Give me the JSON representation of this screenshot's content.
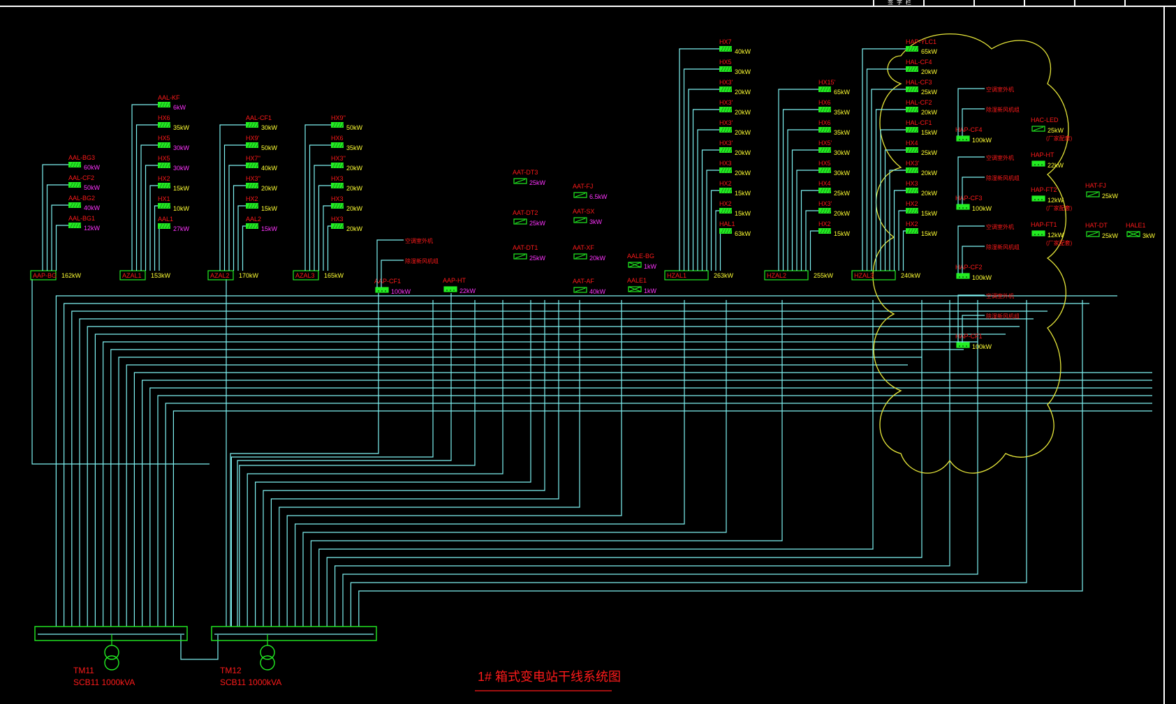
{
  "title_block": {
    "cell_label": "签 字 栏"
  },
  "drawing_title": "1# 箱式变电站干线系统图",
  "transformers": [
    {
      "id": "TM11",
      "spec": "SCB11 1000kVA"
    },
    {
      "id": "TM12",
      "spec": "SCB11 1000kVA"
    }
  ],
  "panels": [
    {
      "name": "AAP-BG",
      "load": "162kW",
      "branches": [
        {
          "name": "AAL-BG3",
          "load": "60kW",
          "load_color": "magenta"
        },
        {
          "name": "AAL-CF2",
          "load": "50kW",
          "load_color": "magenta"
        },
        {
          "name": "AAL-BG2",
          "load": "40kW",
          "load_color": "magenta"
        },
        {
          "name": "AAL-BG1",
          "load": "12kW",
          "load_color": "magenta"
        }
      ]
    },
    {
      "name": "AZAL1",
      "load": "153kW",
      "branches": [
        {
          "name": "AAL-KF",
          "load": "6kW",
          "load_color": "magenta"
        },
        {
          "name": "HX6",
          "load": "35kW",
          "load_color": "yellow"
        },
        {
          "name": "HX5",
          "load": "30kW",
          "load_color": "magenta"
        },
        {
          "name": "HX5",
          "load": "30kW",
          "load_color": "magenta"
        },
        {
          "name": "HX2",
          "load": "15kW",
          "load_color": "yellow"
        },
        {
          "name": "HX1",
          "load": "10kW",
          "load_color": "yellow"
        },
        {
          "name": "AAL1",
          "load": "27kW",
          "load_color": "magenta"
        }
      ]
    },
    {
      "name": "AZAL2",
      "load": "170kW",
      "branches": [
        {
          "name": "AAL-CF1",
          "load": "30kW",
          "load_color": "yellow"
        },
        {
          "name": "HX9'",
          "load": "50kW",
          "load_color": "yellow"
        },
        {
          "name": "HX7''",
          "load": "40kW",
          "load_color": "yellow"
        },
        {
          "name": "HX3''",
          "load": "20kW",
          "load_color": "yellow"
        },
        {
          "name": "HX2",
          "load": "15kW",
          "load_color": "yellow"
        },
        {
          "name": "AAL2",
          "load": "15kW",
          "load_color": "magenta"
        }
      ]
    },
    {
      "name": "AZAL3",
      "load": "165kW",
      "branches": [
        {
          "name": "HX9''",
          "load": "50kW",
          "load_color": "yellow"
        },
        {
          "name": "HX6",
          "load": "35kW",
          "load_color": "yellow"
        },
        {
          "name": "HX3''",
          "load": "20kW",
          "load_color": "yellow"
        },
        {
          "name": "HX3",
          "load": "20kW",
          "load_color": "yellow"
        },
        {
          "name": "HX3",
          "load": "20kW",
          "load_color": "yellow"
        },
        {
          "name": "HX3",
          "load": "20kW",
          "load_color": "yellow"
        }
      ]
    },
    {
      "name": "HZAL1",
      "load": "263kW",
      "branches": [
        {
          "name": "HX7",
          "load": "40kW",
          "load_color": "yellow"
        },
        {
          "name": "HX5",
          "load": "30kW",
          "load_color": "yellow"
        },
        {
          "name": "HX3'",
          "load": "20kW",
          "load_color": "yellow"
        },
        {
          "name": "HX3'",
          "load": "20kW",
          "load_color": "yellow"
        },
        {
          "name": "HX3'",
          "load": "20kW",
          "load_color": "yellow"
        },
        {
          "name": "HX3'",
          "load": "20kW",
          "load_color": "yellow"
        },
        {
          "name": "HX3",
          "load": "20kW",
          "load_color": "yellow"
        },
        {
          "name": "HX2",
          "load": "15kW",
          "load_color": "yellow"
        },
        {
          "name": "HX2",
          "load": "15kW",
          "load_color": "yellow"
        },
        {
          "name": "HAL1",
          "load": "63kW",
          "load_color": "yellow"
        }
      ]
    },
    {
      "name": "HZAL2",
      "load": "255kW",
      "branches": [
        {
          "name": "HX15'",
          "load": "65kW",
          "load_color": "yellow"
        },
        {
          "name": "HX6",
          "load": "35kW",
          "load_color": "yellow"
        },
        {
          "name": "HX6",
          "load": "35kW",
          "load_color": "yellow"
        },
        {
          "name": "HX5'",
          "load": "30kW",
          "load_color": "yellow"
        },
        {
          "name": "HX5",
          "load": "30kW",
          "load_color": "yellow"
        },
        {
          "name": "HX4",
          "load": "25kW",
          "load_color": "yellow"
        },
        {
          "name": "HX3'",
          "load": "20kW",
          "load_color": "yellow"
        },
        {
          "name": "HX2",
          "load": "15kW",
          "load_color": "yellow"
        }
      ]
    },
    {
      "name": "HZAL3",
      "load": "240kW",
      "branches": [
        {
          "name": "HAP-YLC1",
          "load": "65kW",
          "load_color": "yellow"
        },
        {
          "name": "HAL-CF4",
          "load": "20kW",
          "load_color": "yellow"
        },
        {
          "name": "HAL-CF3",
          "load": "25kW",
          "load_color": "yellow"
        },
        {
          "name": "HAL-CF2",
          "load": "20kW",
          "load_color": "yellow"
        },
        {
          "name": "HAL-CF1",
          "load": "15kW",
          "load_color": "yellow"
        },
        {
          "name": "HX4",
          "load": "25kW",
          "load_color": "yellow"
        },
        {
          "name": "HX3'",
          "load": "20kW",
          "load_color": "yellow"
        },
        {
          "name": "HX3",
          "load": "20kW",
          "load_color": "yellow"
        },
        {
          "name": "HX2",
          "load": "15kW",
          "load_color": "yellow"
        },
        {
          "name": "HX2",
          "load": "15kW",
          "load_color": "yellow"
        }
      ]
    }
  ],
  "single_loads": [
    {
      "name": "AAP-CF1",
      "load": "100kW",
      "load_color": "magenta",
      "sub": [
        "空调室外机",
        "除湿新风机组"
      ]
    },
    {
      "name": "AAP-HT",
      "load": "22kW",
      "load_color": "magenta"
    },
    {
      "name": "AAT-DT3",
      "load": "25kW",
      "load_color": "magenta"
    },
    {
      "name": "AAT-DT2",
      "load": "25kW",
      "load_color": "magenta"
    },
    {
      "name": "AAT-DT1",
      "load": "25kW",
      "load_color": "magenta"
    },
    {
      "name": "AAT-FJ",
      "load": "6.5kW",
      "load_color": "magenta"
    },
    {
      "name": "AAT-SX",
      "load": "3kW",
      "load_color": "magenta"
    },
    {
      "name": "AAT-XF",
      "load": "20kW",
      "load_color": "magenta"
    },
    {
      "name": "AAT-AF",
      "load": "40kW",
      "load_color": "magenta"
    },
    {
      "name": "AALE-BG",
      "load": "1kW",
      "load_color": "magenta"
    },
    {
      "name": "AALE1",
      "load": "1kW",
      "load_color": "magenta"
    },
    {
      "name": "HAP-CF4",
      "load": "100kW",
      "load_color": "yellow",
      "sub": [
        "空调室外机",
        "除湿新风机组"
      ]
    },
    {
      "name": "HAP-CF3",
      "load": "100kW",
      "load_color": "yellow",
      "sub": [
        "空调室外机",
        "除湿新风机组"
      ]
    },
    {
      "name": "HAP-CF2",
      "load": "100kW",
      "load_color": "yellow",
      "sub": [
        "空调室外机",
        "除湿新风机组"
      ]
    },
    {
      "name": "HAP-CF1",
      "load": "100kW",
      "load_color": "yellow",
      "sub": [
        "空调室外机",
        "除湿新风机组"
      ]
    },
    {
      "name": "HAC-LED",
      "load": "25kW",
      "load_color": "yellow",
      "note": "(厂家配套)"
    },
    {
      "name": "HAP-HT",
      "load": "22kW",
      "load_color": "yellow"
    },
    {
      "name": "HAP-FT2",
      "load": "12kW",
      "load_color": "yellow",
      "note": "(厂家配套)"
    },
    {
      "name": "HAP-FT1",
      "load": "12kW",
      "load_color": "yellow",
      "note": "(厂家配套)"
    },
    {
      "name": "HAT-FJ",
      "load": "25kW",
      "load_color": "yellow"
    },
    {
      "name": "HAT-DT",
      "load": "25kW",
      "load_color": "yellow"
    },
    {
      "name": "HALE1",
      "load": "3kW",
      "load_color": "yellow"
    }
  ],
  "colors": {
    "wire": "#7ff4f4",
    "label": "#ff1a1a",
    "load_yellow": "#ffff33",
    "load_magenta": "#ff33ff",
    "breaker": "#22ee22",
    "revision_cloud": "#e8e83a",
    "frame": "#ffffff"
  }
}
